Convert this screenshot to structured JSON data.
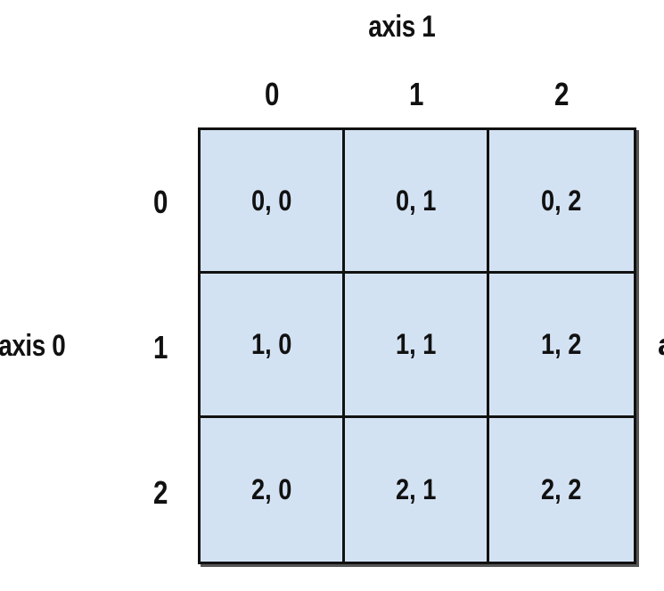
{
  "axis1_title": "axis 1",
  "axis0_title": "axis 0",
  "column_indices": [
    "0",
    "1",
    "2"
  ],
  "row_indices": [
    "0",
    "1",
    "2"
  ],
  "cells": [
    [
      "0, 0",
      "0, 1",
      "0, 2"
    ],
    [
      "1, 0",
      "1, 1",
      "1, 2"
    ],
    [
      "2, 0",
      "2, 1",
      "2, 2"
    ]
  ],
  "edge_fragment": "a",
  "colors": {
    "cell_fill": "#d3e2f3",
    "border": "#111111"
  }
}
